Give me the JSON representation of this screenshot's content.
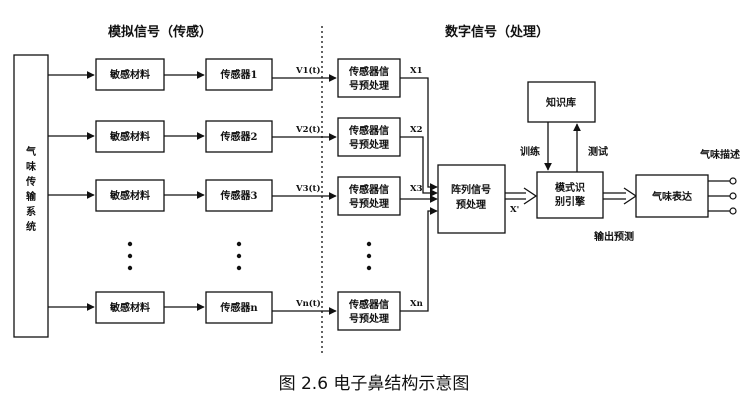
{
  "header": {
    "analog": "模拟信号（传感）",
    "digital": "数字信号（处理）"
  },
  "left_box": {
    "label": "气味传输系统"
  },
  "rows": [
    {
      "material": "敏感材料",
      "sensor": "传感器1",
      "signal": "V1(t)",
      "pre": [
        "传感器信",
        "号预处理"
      ],
      "x": "X1"
    },
    {
      "material": "敏感材料",
      "sensor": "传感器2",
      "signal": "V2(t)",
      "pre": [
        "传感器信",
        "号预处理"
      ],
      "x": "X2"
    },
    {
      "material": "敏感材料",
      "sensor": "传感器3",
      "signal": "V3(t)",
      "pre": [
        "传感器信",
        "号预处理"
      ],
      "x": "X3"
    },
    {
      "material": "敏感材料",
      "sensor": "传感器n",
      "signal": "Vn(t)",
      "pre": [
        "传感器信",
        "号预处理"
      ],
      "x": "Xn"
    }
  ],
  "array_box": [
    "阵列信号",
    "预处理"
  ],
  "array_out": "X'",
  "pattern_box": [
    "模式识",
    "别引擎"
  ],
  "knowledge_box": "知识库",
  "train_label": "训练",
  "test_label": "测试",
  "output_detect_label": "输出预测",
  "odor_box": "气味表达",
  "odor_output_label": "气味描述",
  "caption": "图 2.6  电子鼻结构示意图"
}
